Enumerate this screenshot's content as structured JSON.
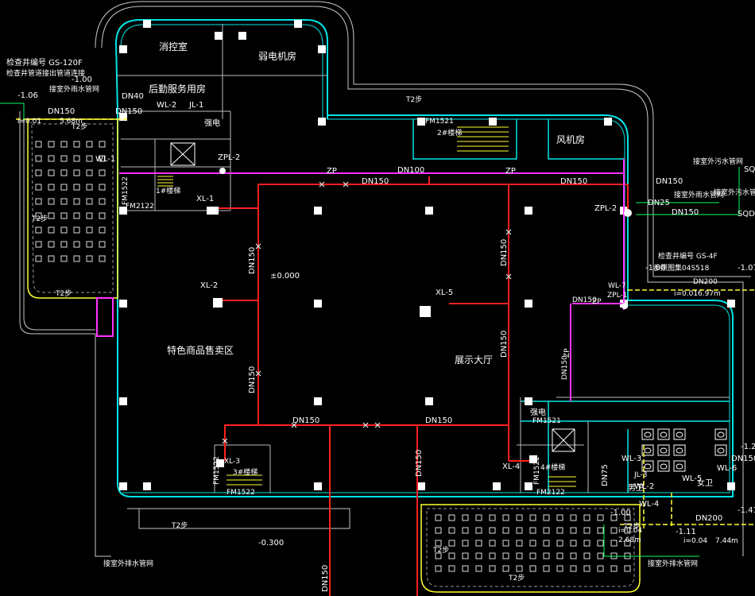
{
  "colors": {
    "wall": "#00e5e5",
    "pipe_red": "#ff2020",
    "pipe_magenta": "#ff33ff",
    "drain_yellow": "#ffff33",
    "column": "#ffffff"
  },
  "rooms": {
    "fire_control": "消控室",
    "weak_current": "弱电机房",
    "logistics": "后勤服务用房",
    "fan_room": "风机房",
    "specialty_sales": "特色商品售卖区",
    "exhibition_hall": "展示大厅",
    "stair1": "1#楼梯",
    "stair2": "2#楼梯",
    "stair3": "3#楼梯",
    "stair4": "4#楼梯",
    "elec1": "强电",
    "elec2": "强电",
    "toilet_men": "男卫",
    "toilet_women": "女卫"
  },
  "pipes": {
    "dn150_a": "DN150",
    "dn150_b": "DN150",
    "dn150_c": "DN150",
    "dn150_d": "DN150",
    "dn150_e": "DN150",
    "dn150_f": "DN150",
    "dn150_g": "DN150",
    "dn150_h": "DN150",
    "dn150_i": "DN150",
    "dn150_j": "DN150",
    "dn150_k": "DN150",
    "dn150_l": "DN150",
    "dn150_m": "DN150",
    "dn150_n": "DN150",
    "dn100": "DN100",
    "dn40": "DN40",
    "dn25": "DN25",
    "dn200_a": "DN200",
    "dn200_b": "DN200",
    "dn75": "DN75",
    "zp1": "ZP",
    "zp2": "ZP",
    "zp3": "ZP",
    "zp4": "ZP"
  },
  "risers": {
    "wl2": "WL-2",
    "jl1": "JL-1",
    "wl1": "WL-1",
    "zpl2a": "ZPL-2",
    "xl1": "XL-1",
    "zpl2b": "ZPL-2",
    "xl2": "XL-2",
    "xl5": "XL-5",
    "xl3": "XL-3",
    "xl4": "XL-4",
    "wl7": "WL-7",
    "zpl1": "ZPL-1",
    "wl3": "WL-3",
    "wl2b": "WL-2",
    "wl4": "WL-4",
    "wl5": "WL-5",
    "wl6": "WL-6",
    "jl3": "JL-3"
  },
  "levels": {
    "lv_106": "-1.06",
    "lv_100a": "-1.00",
    "lv_000": "±0.000",
    "lv_100b": "-1.00",
    "lv_107": "-1.07",
    "lv_111": "-1.11",
    "lv_141": "-1.41",
    "lv_12": "-1.2",
    "lv_030": "-0.300",
    "lv_100c": "-1.00"
  },
  "slopes": {
    "i001a": "i=0.01",
    "len_a": "5.68m",
    "i001b": "i=0.01",
    "len_b": "6.97m",
    "i004a": "i=0.04",
    "len_c": "2.68m",
    "i004b": "i=0.04",
    "len_d": "7.44m"
  },
  "notes": {
    "ref_left": "检查井编号 GS-120F",
    "ref_left2": "检查井管道接出管道连接",
    "connect_left": "接室外雨水管网",
    "ref_right": "检查井编号 GS-4F",
    "ref_right2": "参照图集04S518",
    "connect_right": "接室外污水管网",
    "connect_right2": "接室外雨水管网",
    "sq1": "SQ",
    "sq2": "SQD",
    "bottom_left": "接室外排水管网",
    "bottom_right": "接室外排水管网",
    "t2_1": "T2步",
    "t2_2": "T2步",
    "t2_3": "T2步",
    "t2_4": "T2步",
    "t2_5": "T2步",
    "t2_6": "T2步",
    "t2_7": "T2步",
    "t2_8": "T2步"
  },
  "doors": {
    "fm1": "FM1521",
    "fm2": "FM1522",
    "fm3": "FM2122",
    "fm4": "FM1522",
    "fm5": "FM1522",
    "fm6": "FM1522",
    "fm7": "FM2122",
    "fm8": "FM1521"
  },
  "cells": {
    "dn_nodes": "DN150"
  }
}
